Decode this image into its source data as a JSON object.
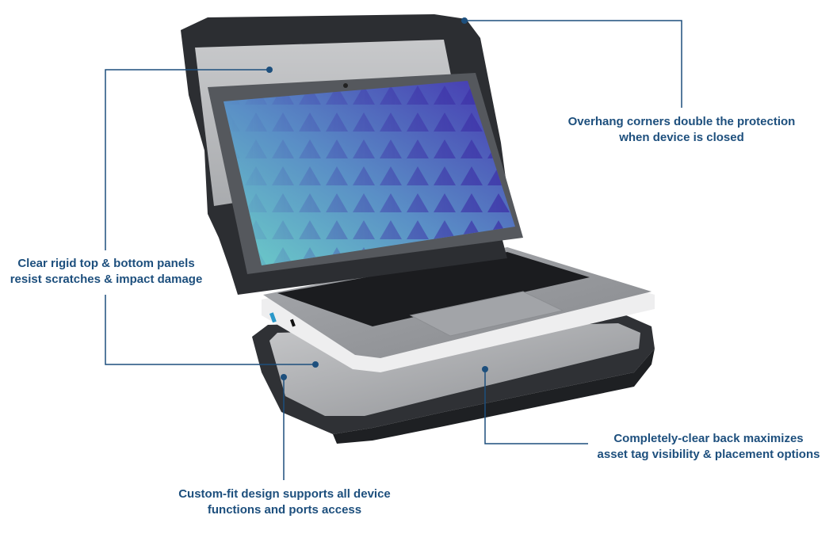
{
  "accent_color": "#1d4f7d",
  "callouts": {
    "overhang": {
      "line1": "Overhang corners double the protection",
      "line2": "when device is closed"
    },
    "clear_panels": {
      "line1": "Clear rigid top & bottom panels",
      "line2": "resist scratches & impact damage"
    },
    "clear_back": {
      "line1": "Completely-clear back maximizes",
      "line2": "asset tag visibility & placement options"
    },
    "custom_fit": {
      "line1": "Custom-fit design supports all device",
      "line2": "functions and ports access"
    }
  },
  "illustration": {
    "subject": "laptop-in-protective-case",
    "screen_colors": [
      "#5ec4c6",
      "#4b3fb0"
    ],
    "case_color": "#2e3034"
  }
}
